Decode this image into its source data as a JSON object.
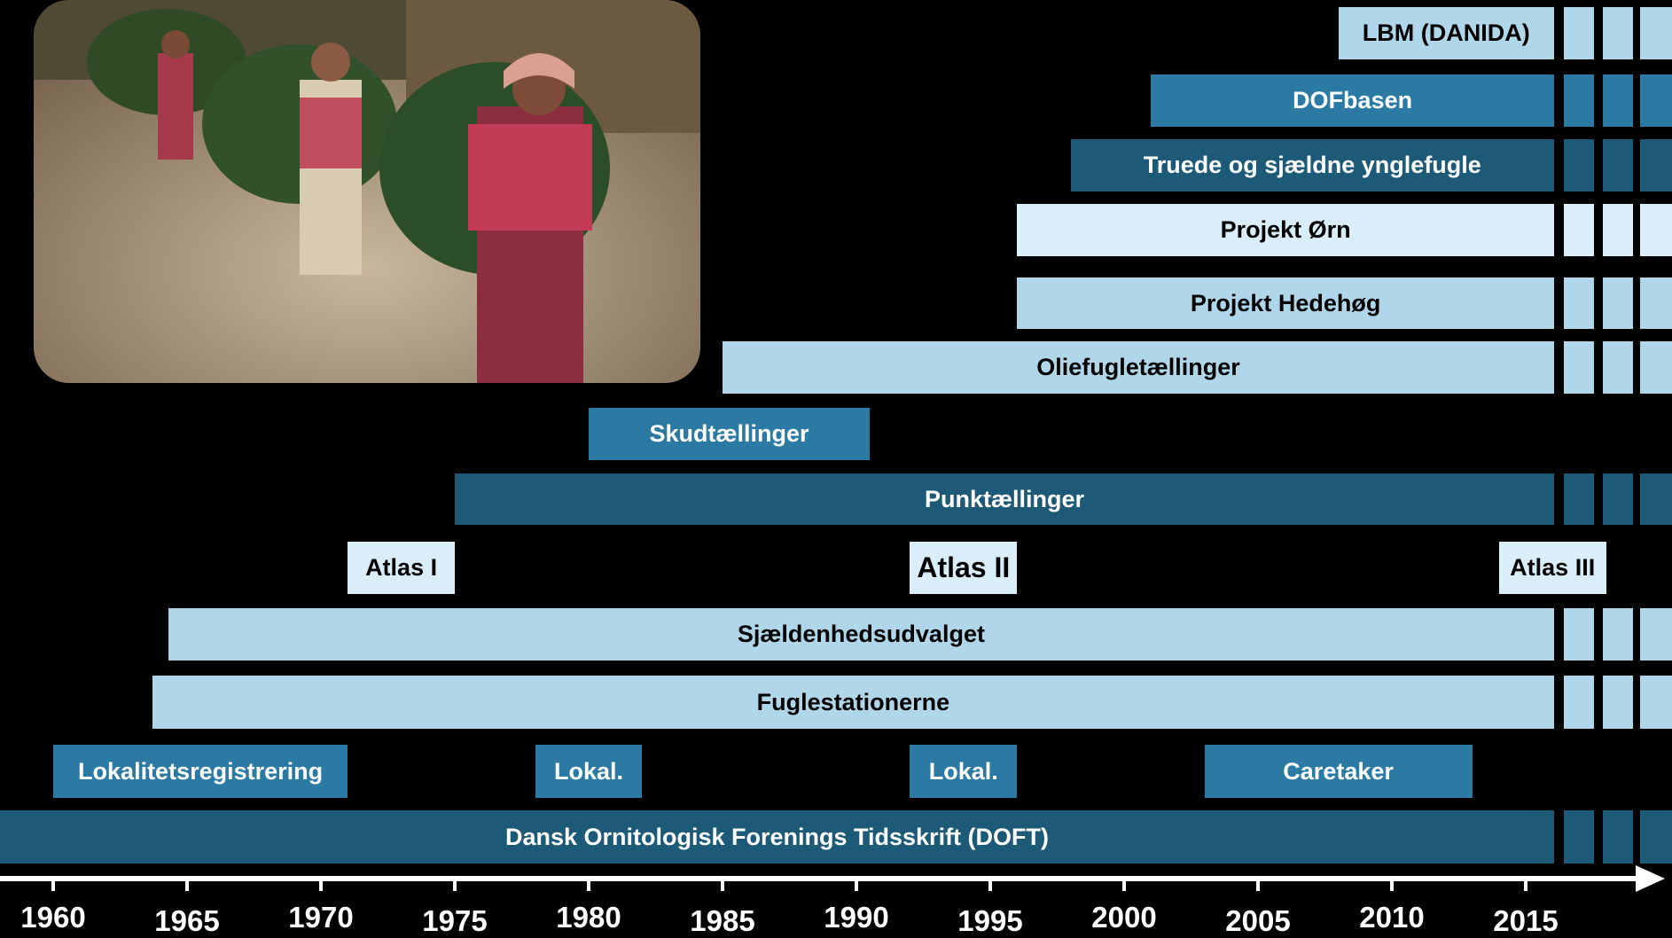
{
  "chart_data": {
    "type": "timeline",
    "x_axis": {
      "range": [
        1958,
        2020
      ],
      "ticks": [
        1960,
        1965,
        1970,
        1975,
        1980,
        1985,
        1990,
        1995,
        2000,
        2005,
        2010,
        2015
      ]
    },
    "bars": [
      {
        "label": "LBM (DANIDA)",
        "start": 2008,
        "end": 2020,
        "ongoing": true,
        "color": "#b0d6ea",
        "text_color": "#000000",
        "row": 0
      },
      {
        "label": "DOFbasen",
        "start": 2001,
        "end": 2020,
        "ongoing": true,
        "color": "#2a7aa4",
        "text_color": "#ffffff",
        "row": 1
      },
      {
        "label": "Truede og sjældne ynglefugle",
        "start": 1998,
        "end": 2020,
        "ongoing": true,
        "color": "#1c5a78",
        "text_color": "#ffffff",
        "row": 2
      },
      {
        "label": "Projekt Ørn",
        "start": 1996,
        "end": 2020,
        "ongoing": true,
        "color": "#d9eef8",
        "text_color": "#000000",
        "row": 3
      },
      {
        "label": "Projekt Hedehøg",
        "start": 1996,
        "end": 2020,
        "ongoing": true,
        "color": "#b0d6ea",
        "text_color": "#000000",
        "row": 4
      },
      {
        "label": "Oliefugletællinger",
        "start": 1985,
        "end": 2020,
        "ongoing": true,
        "color": "#b0d6ea",
        "text_color": "#000000",
        "row": 5
      },
      {
        "label": "Skudtællinger",
        "start": 1980,
        "end": 1990.5,
        "ongoing": false,
        "color": "#2a7aa4",
        "text_color": "#ffffff",
        "row": 6
      },
      {
        "label": "Punktællinger",
        "start": 1975,
        "end": 2020,
        "ongoing": true,
        "color": "#1c5a78",
        "text_color": "#ffffff",
        "row": 7
      },
      {
        "label": "Atlas I",
        "start": 1971,
        "end": 1975,
        "ongoing": false,
        "color": "#d9eef8",
        "text_color": "#000000",
        "row": 8
      },
      {
        "label": "Atlas II",
        "start": 1992,
        "end": 1996,
        "ongoing": false,
        "color": "#d9eef8",
        "text_color": "#000000",
        "row": 8
      },
      {
        "label": "Atlas III",
        "start": 2014,
        "end": 2018,
        "ongoing": false,
        "color": "#d9eef8",
        "text_color": "#000000",
        "row": 8
      },
      {
        "label": "Sjældenhedsudvalget",
        "start": 1964.3,
        "end": 2020,
        "ongoing": true,
        "color": "#b0d6ea",
        "text_color": "#000000",
        "row": 9
      },
      {
        "label": "Fuglestationerne",
        "start": 1963.7,
        "end": 2020,
        "ongoing": true,
        "color": "#b0d6ea",
        "text_color": "#000000",
        "row": 10
      },
      {
        "label": "Lokalitetsregistrering",
        "start": 1960,
        "end": 1971,
        "ongoing": false,
        "color": "#2a7aa4",
        "text_color": "#ffffff",
        "row": 11
      },
      {
        "label": "Lokal.",
        "start": 1978,
        "end": 1982,
        "ongoing": false,
        "color": "#2a7aa4",
        "text_color": "#ffffff",
        "row": 11
      },
      {
        "label": "Lokal.",
        "start": 1992,
        "end": 1996,
        "ongoing": false,
        "color": "#2a7aa4",
        "text_color": "#ffffff",
        "row": 11
      },
      {
        "label": "Caretaker",
        "start": 2003,
        "end": 2013,
        "ongoing": false,
        "color": "#2a7aa4",
        "text_color": "#ffffff",
        "row": 11
      },
      {
        "label": "Dansk Ornitologisk Forenings Tidsskrift (DOFT)",
        "start": 1958,
        "end": 2020,
        "ongoing": true,
        "color": "#1c5a78",
        "text_color": "#ffffff",
        "row": 12
      }
    ]
  },
  "photo": {
    "icon": "photo-women-carrying-fodder"
  },
  "colors": {
    "background": "#000000",
    "axis": "#ffffff"
  }
}
